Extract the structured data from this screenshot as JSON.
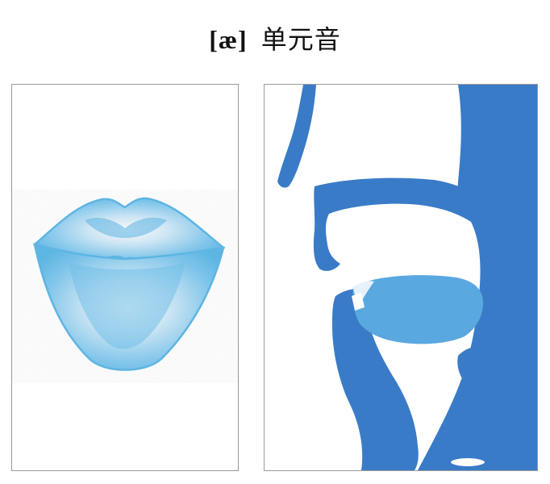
{
  "heading": {
    "ipa": "[æ]",
    "label": "单元音"
  },
  "figures": {
    "lips": {
      "icon": "lips-illustration",
      "color": "#56b5e6"
    },
    "mouth": {
      "icon": "mouth-cross-section-illustration",
      "color": "#3a7bc8",
      "tongue_color": "#5aa8e0"
    }
  }
}
